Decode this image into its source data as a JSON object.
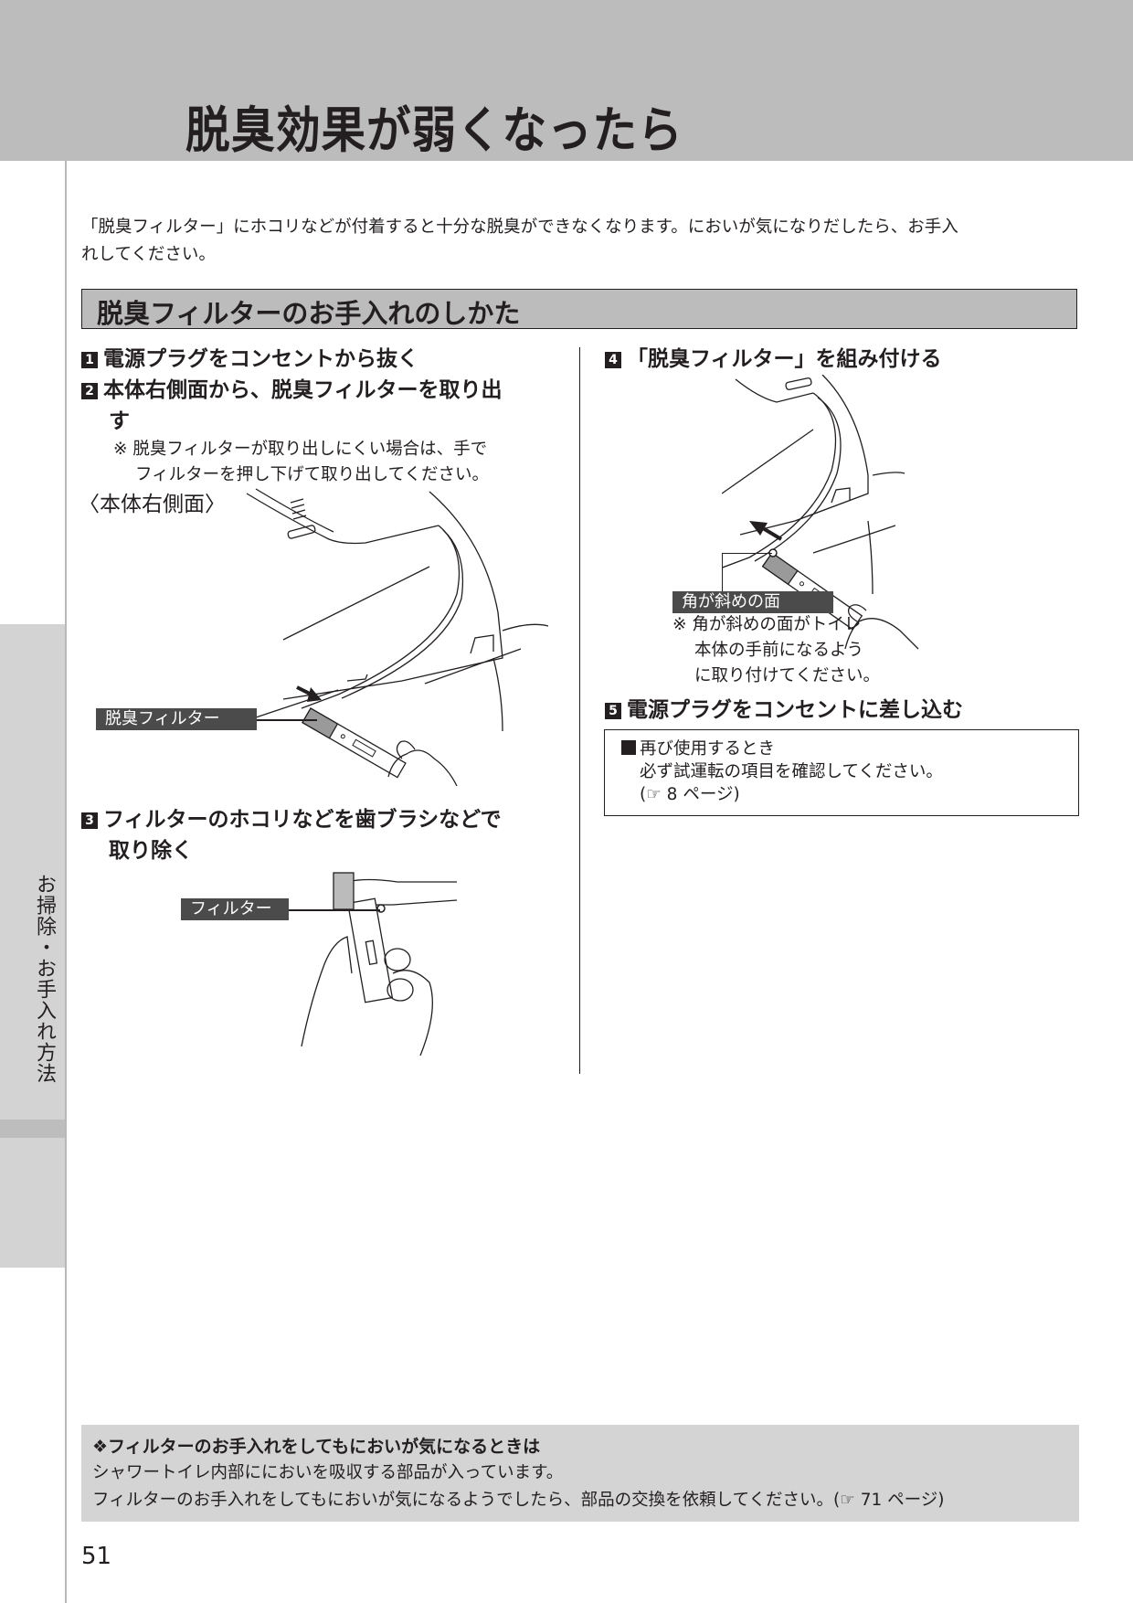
{
  "header": {
    "title": "脱臭効果が弱くなったら"
  },
  "side_tab": {
    "label": "お掃除・お手入れ方法"
  },
  "intro": {
    "line1": "「脱臭フィルター」にホコリなどが付着すると十分な脱臭ができなくなります。においが気になりだしたら、お手入",
    "line2": "れしてください。"
  },
  "section": {
    "heading": "脱臭フィルターのお手入れのしかた"
  },
  "steps": [
    {
      "num": "1",
      "text": "電源プラグをコンセントから抜く"
    },
    {
      "num": "2",
      "text": "本体右側面から、脱臭フィルターを取り出",
      "cont": "す",
      "note_line1": "※ 脱臭フィルターが取り出しにくい場合は、手で",
      "note_line2": "フィルターを押し下げて取り出してください。",
      "caption": "〈本体右側面〉",
      "label": "脱臭フィルター"
    },
    {
      "num": "3",
      "text": "フィルターのホコリなどを歯ブラシなどで",
      "cont": "取り除く",
      "label": "フィルター"
    },
    {
      "num": "4",
      "text": "「脱臭フィルター」を組み付ける",
      "label": "角が斜めの面",
      "note_line1": "※ 角が斜めの面がトイレ",
      "note_line2": "本体の手前になるよう",
      "note_line3": "に取り付けてください。"
    },
    {
      "num": "5",
      "text": "電源プラグをコンセントに差し込む"
    }
  ],
  "reuse_box": {
    "title": "再び使用するとき",
    "line1": "必ず試運転の項目を確認してください。",
    "line2": "(☞ 8 ページ)"
  },
  "footer_note": {
    "heading": "❖フィルターのお手入れをしてもにおいが気になるときは",
    "line1": "シャワートイレ内部ににおいを吸収する部品が入っています。",
    "line2": "フィルターのお手入れをしてもにおいが気になるようでしたら、部品の交換を依頼してください。(☞ 71 ページ)"
  },
  "page_number": "51",
  "colors": {
    "header_band": "#bcbcbc",
    "side_tab": "#d3d3d3",
    "label_tag": "#4b4b4b",
    "footer_box": "#d4d4d4",
    "text": "#231f20"
  }
}
